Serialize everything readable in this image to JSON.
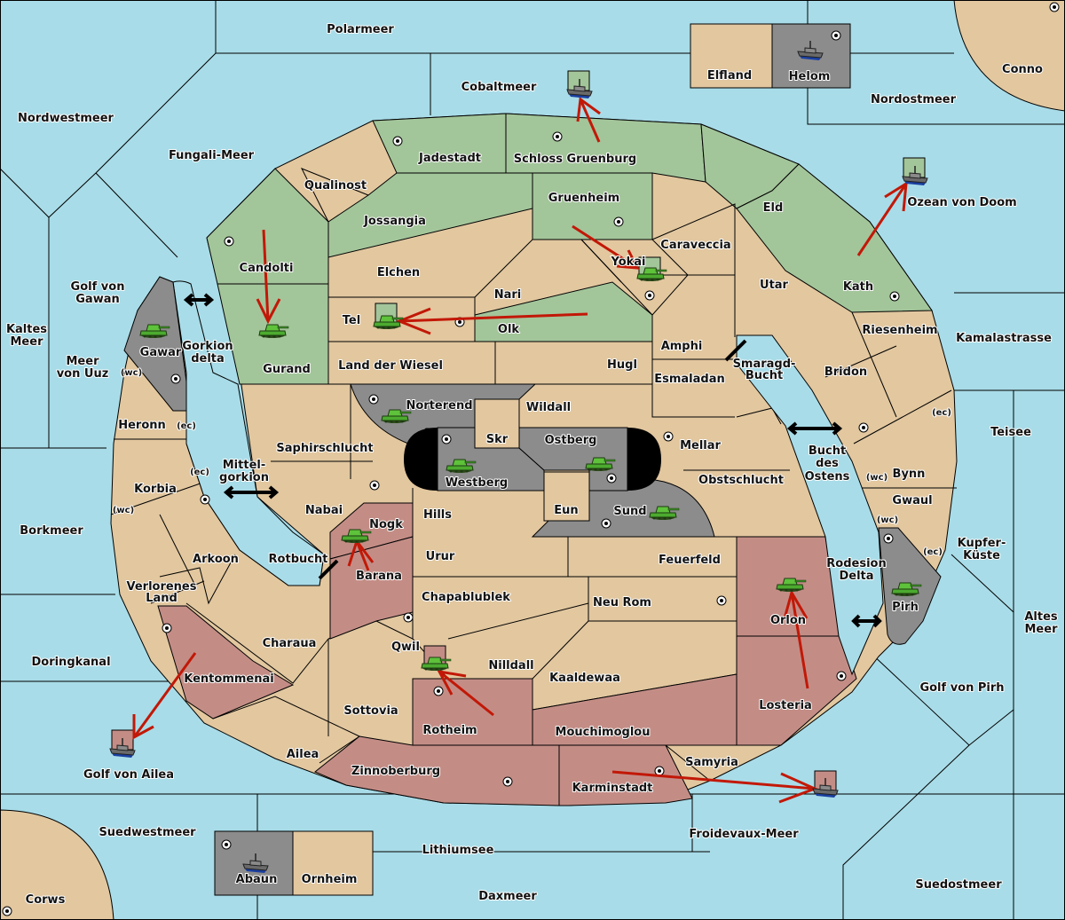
{
  "game": {
    "title": "Diplomacy map",
    "colors": {
      "sea": "#a8dce8",
      "neutral_land": "#e2c79f",
      "green_power": "#a3c59a",
      "red_power": "#c38d86",
      "gray_power": "#8c8c8c",
      "order_arrow": "#c21807",
      "impassable": "#000000"
    }
  },
  "seas": {
    "polarmeer": "Polarmeer",
    "cobaltmeer": "Cobaltmeer",
    "nordwestmeer": "Nordwestmeer",
    "fungali_meer": "Fungali-Meer",
    "nordostmeer": "Nordostmeer",
    "ozean_von_doom": "Ozean von Doom",
    "kaltes_meer_1": "Kaltes",
    "kaltes_meer_2": "Meer",
    "golf_von_gawan_1": "Golf von",
    "golf_von_gawan_2": "Gawan",
    "meer_von_uuz_1": "Meer",
    "meer_von_uuz_2": "von Uuz",
    "gorkion_delta_1": "Gorkion",
    "gorkion_delta_2": "delta",
    "mittelgorkion_1": "Mittel-",
    "mittelgorkion_2": "gorkion",
    "borkmeer": "Borkmeer",
    "rotbucht": "Rotbucht",
    "doringkanal": "Doringkanal",
    "golf_von_ailea": "Golf von Ailea",
    "suedwestmeer": "Suedwestmeer",
    "lithiumsee": "Lithiumsee",
    "daxmeer": "Daxmeer",
    "froidevaux_meer": "Froidevaux-Meer",
    "suedostmeer": "Suedostmeer",
    "golf_von_pirh": "Golf von Pirh",
    "altes_meer_1": "Altes",
    "altes_meer_2": "Meer",
    "kupfer_kueste_1": "Kupfer-",
    "kupfer_kueste_2": "Küste",
    "rodesion_delta_1": "Rodesion",
    "rodesion_delta_2": "Delta",
    "teisee": "Teisee",
    "kamalastrasse": "Kamalastrasse",
    "smaragd_bucht_1": "Smaragd-",
    "smaragd_bucht_2": "Bucht",
    "bucht_des_ostens_1": "Bucht",
    "bucht_des_ostens_2": "des",
    "bucht_des_ostens_3": "Ostens"
  },
  "lands": {
    "elfland": "Elfland",
    "helom": "Helom",
    "conno": "Conno",
    "jadestadt": "Jadestadt",
    "schloss_gruenburg": "Schloss Gruenburg",
    "qualinost": "Qualinost",
    "jossangia": "Jossangia",
    "gruenheim": "Gruenheim",
    "eld": "Eld",
    "caraveccia": "Caraveccia",
    "yokai": "Yokai",
    "candolti": "Candolti",
    "elchen": "Elchen",
    "nari": "Nari",
    "utar": "Utar",
    "kath": "Kath",
    "tel": "Tel",
    "olk": "Olk",
    "gurand": "Gurand",
    "amphi": "Amphi",
    "riesenheim": "Riesenheim",
    "gawar": "Gawar",
    "land_der_wiesel": "Land der Wiesel",
    "hugl": "Hugl",
    "esmaladan": "Esmaladan",
    "bridon": "Bridon",
    "norterend": "Norterend",
    "wildall": "Wildall",
    "heronn": "Heronn",
    "skr": "Skr",
    "ostberg": "Ostberg",
    "mellar": "Mellar",
    "saphirschlucht": "Saphirschlucht",
    "westberg": "Westberg",
    "obstschlucht": "Obstschlucht",
    "bynn": "Bynn",
    "korbia": "Korbia",
    "nabai": "Nabai",
    "hills": "Hills",
    "eun": "Eun",
    "sund": "Sund",
    "gwaul": "Gwaul",
    "nogk": "Nogk",
    "arkoon": "Arkoon",
    "urur": "Urur",
    "feuerfeld": "Feuerfeld",
    "barana": "Barana",
    "verlorenes_land_1": "Verlorenes",
    "verlorenes_land_2": "Land",
    "chapablublek": "Chapablublek",
    "neu_rom": "Neu Rom",
    "orlon": "Orlon",
    "pirh": "Pirh",
    "charaua": "Charaua",
    "qwil": "Qwil",
    "nilldall": "Nilldall",
    "kentommenai": "Kentommenai",
    "kaaldewaa": "Kaaldewaa",
    "losteria": "Losteria",
    "sottovia": "Sottovia",
    "rotheim": "Rotheim",
    "mouchimoglou": "Mouchimoglou",
    "ailea": "Ailea",
    "samyria": "Samyria",
    "zinnoberburg": "Zinnoberburg",
    "karminstadt": "Karminstadt",
    "abaun": "Abaun",
    "ornheim": "Ornheim",
    "corws": "Corws"
  },
  "coasts": {
    "wc": "(wc)",
    "ec": "(ec)"
  },
  "units": [
    {
      "type": "army",
      "province": "Gawar",
      "owner": "gray"
    },
    {
      "type": "army",
      "province": "Gurand",
      "owner": "green"
    },
    {
      "type": "army",
      "province": "Tel",
      "owner": "green",
      "retreat": true
    },
    {
      "type": "army",
      "province": "Yokai",
      "owner": "green",
      "retreat": true
    },
    {
      "type": "army",
      "province": "Norterend",
      "owner": "gray"
    },
    {
      "type": "army",
      "province": "Westberg",
      "owner": "gray"
    },
    {
      "type": "army",
      "province": "Ostberg",
      "owner": "gray"
    },
    {
      "type": "army",
      "province": "Sund",
      "owner": "gray"
    },
    {
      "type": "army",
      "province": "Nogk",
      "owner": "red"
    },
    {
      "type": "army",
      "province": "Qwil",
      "owner": "red",
      "retreat": true
    },
    {
      "type": "army",
      "province": "Orlon",
      "owner": "red"
    },
    {
      "type": "army",
      "province": "Pirh",
      "owner": "gray"
    },
    {
      "type": "fleet",
      "province": "Helom",
      "owner": "gray"
    },
    {
      "type": "fleet",
      "province": "Abaun",
      "owner": "gray"
    },
    {
      "type": "fleet",
      "province": "Cobaltmeer",
      "owner": "green",
      "retreat": true
    },
    {
      "type": "fleet",
      "province": "Ozean von Doom",
      "owner": "green",
      "retreat": true
    },
    {
      "type": "fleet",
      "province": "Golf von Ailea",
      "owner": "red",
      "retreat": true
    },
    {
      "type": "fleet",
      "province": "Froidevaux-Meer",
      "owner": "red",
      "retreat": true
    }
  ],
  "orders": [
    {
      "from": "Candolti",
      "to": "Gurand"
    },
    {
      "from": "Olk",
      "to": "Tel"
    },
    {
      "from": "Gruenheim",
      "to": "Yokai"
    },
    {
      "from": "Schloss Gruenburg",
      "to": "Cobaltmeer"
    },
    {
      "from": "Kath",
      "to": "Ozean von Doom"
    },
    {
      "from": "Barana",
      "to": "Nogk"
    },
    {
      "from": "Rotheim",
      "to": "Qwil"
    },
    {
      "from": "Losteria",
      "to": "Orlon"
    },
    {
      "from": "Kentommenai",
      "to": "Golf von Ailea"
    },
    {
      "from": "Karminstadt",
      "to": "Froidevaux-Meer"
    }
  ]
}
